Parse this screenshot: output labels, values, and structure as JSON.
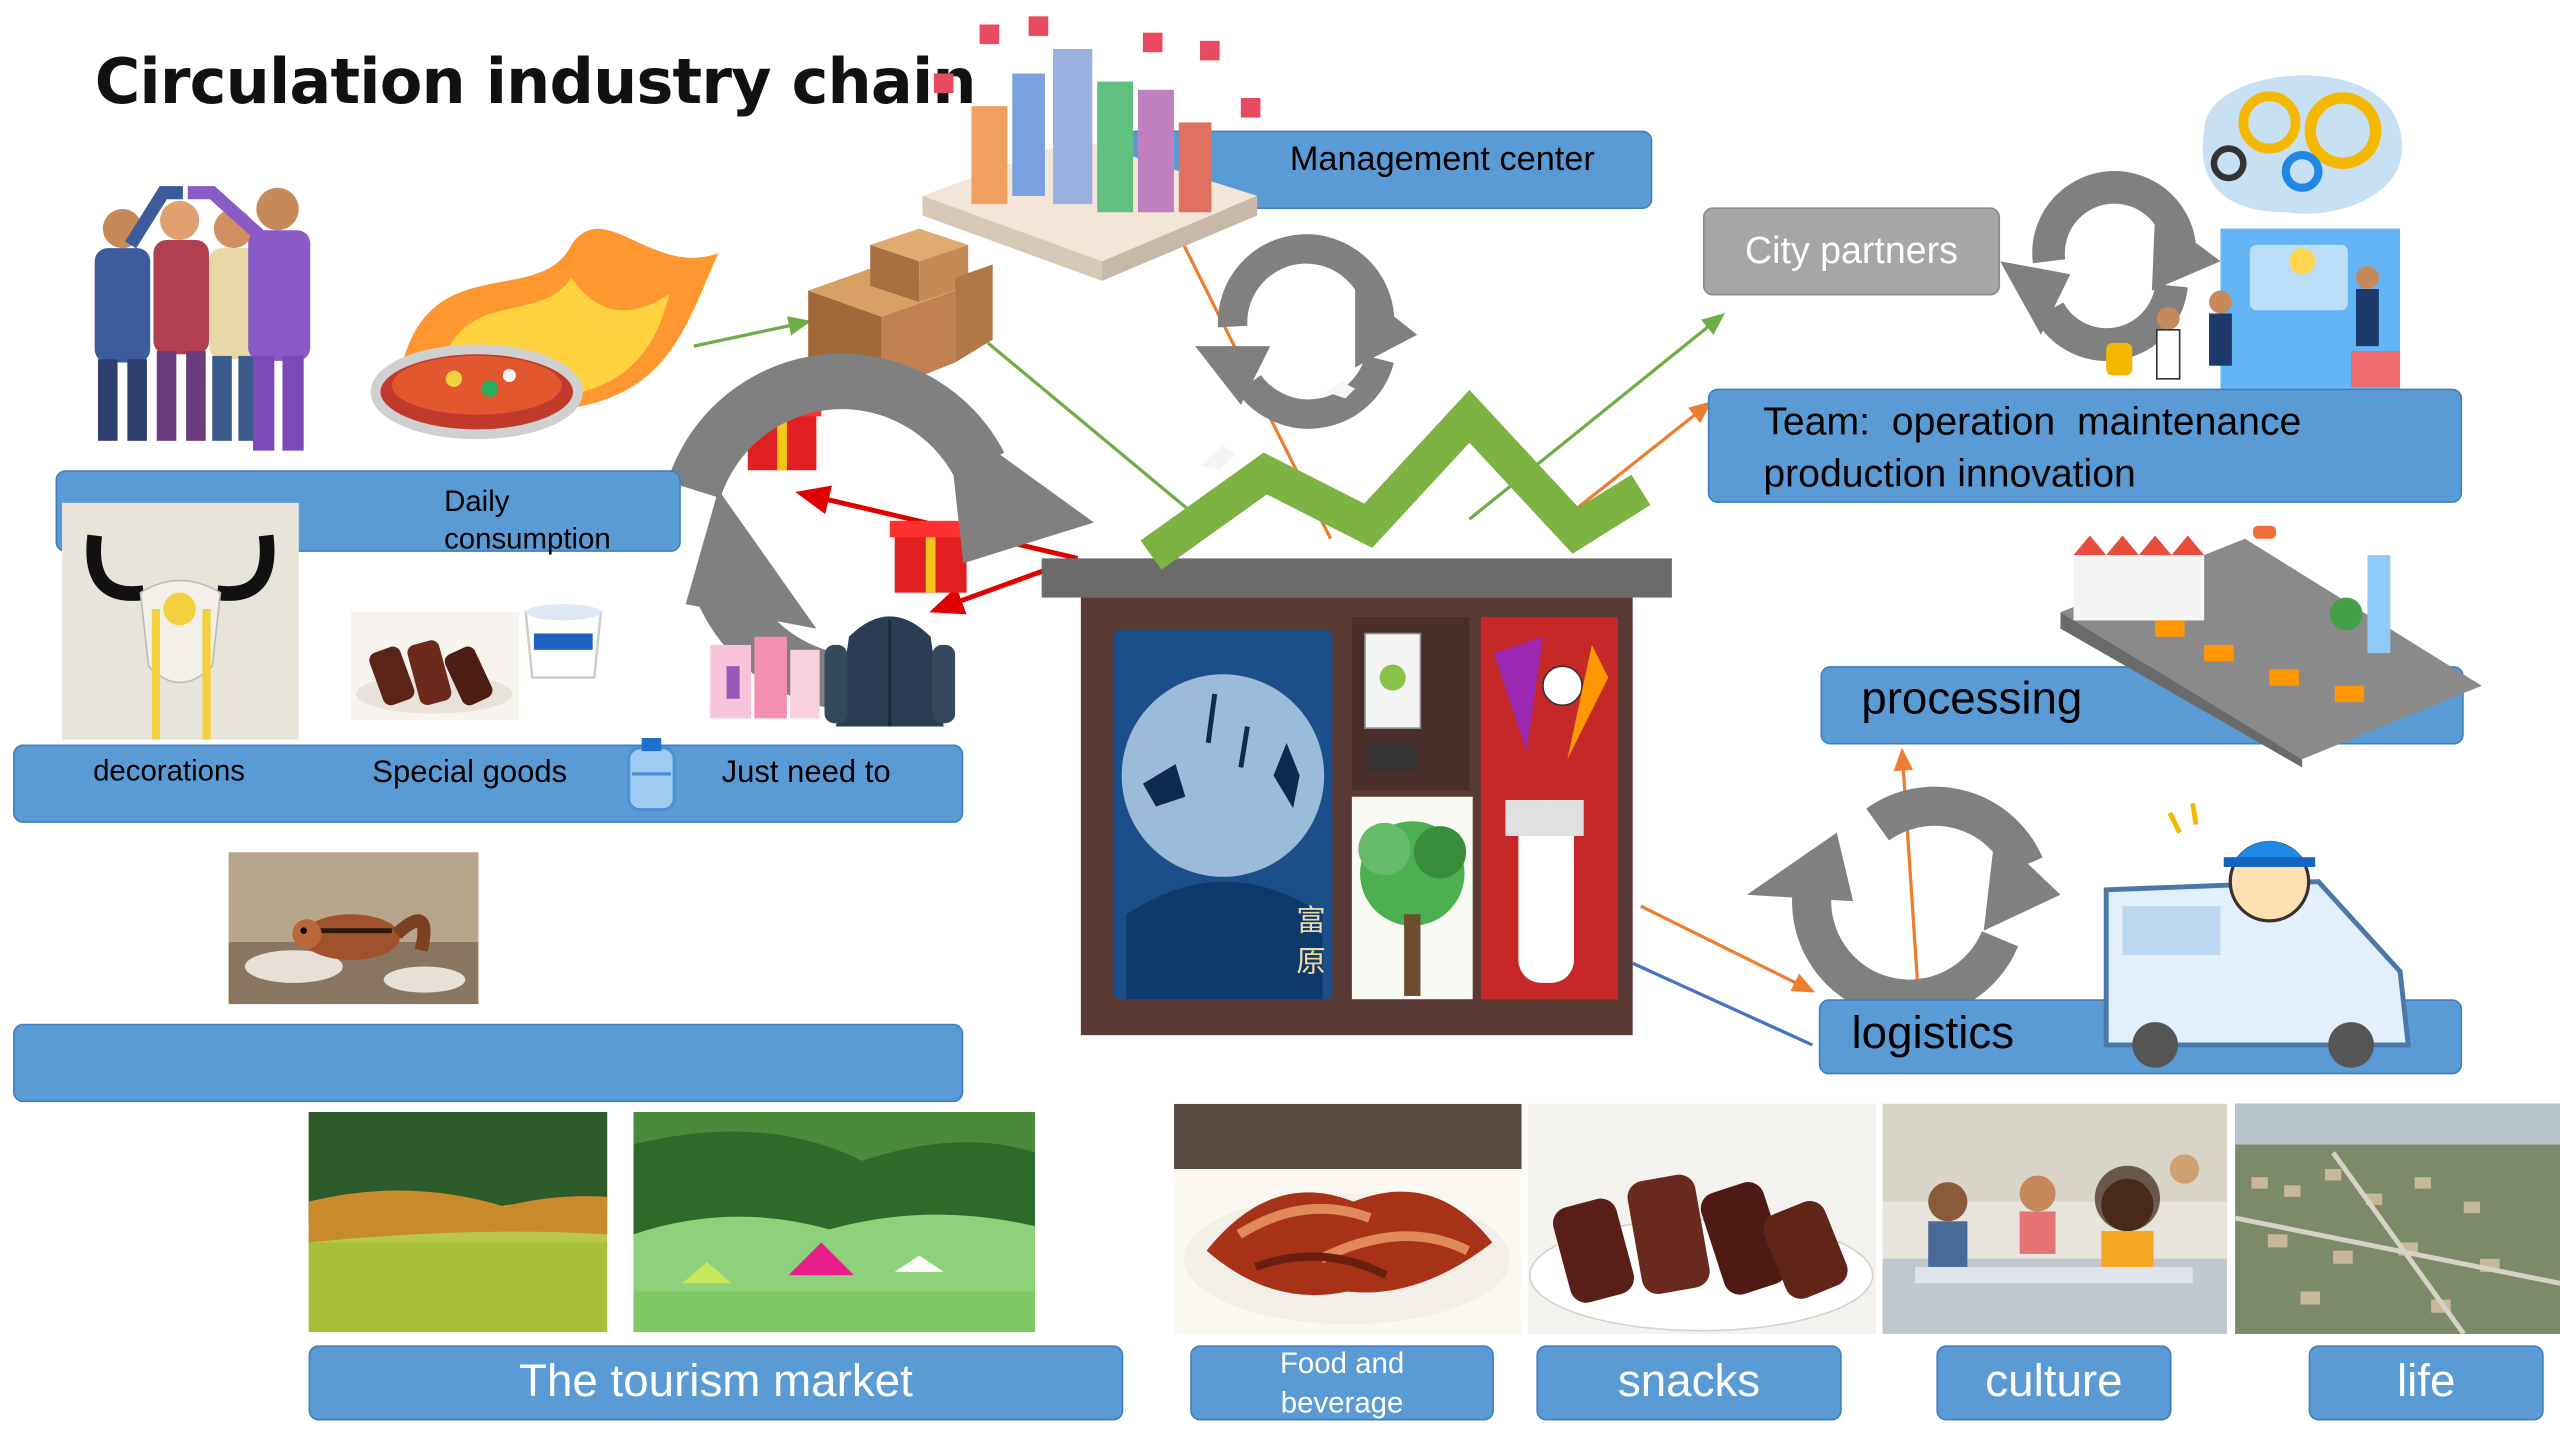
{
  "title": "Circulation industry chain",
  "nodes": {
    "management_center": "Management center",
    "city_partners": "City partners",
    "team_line1": "Team:  operation  maintenance",
    "team_line2": "production innovation",
    "processing": "processing",
    "logistics": "logistics",
    "daily_consumption_line1": "Daily",
    "daily_consumption_line2": "consumption",
    "decorations": "decorations",
    "special_goods": "Special goods",
    "just_need_to": "Just need to",
    "empty_bar": ""
  },
  "markets": {
    "tourism": "The tourism market",
    "food_line1": "Food and",
    "food_line2": "beverage",
    "snacks": "snacks",
    "culture": "culture",
    "life": "life"
  },
  "colors": {
    "box_fill": "#5b9bd5",
    "grey_box": "#a6a6a6",
    "green_arrow": "#70ad47",
    "orange_arrow": "#ed7d31",
    "red_arrow": "#e00000",
    "cycle_arrow": "#808080"
  },
  "icons": [
    "people-group-icon",
    "hotpot-icon",
    "boxes-icon",
    "gift-icon",
    "city-icon",
    "gears-head-icon",
    "factory-icon",
    "delivery-van-icon",
    "vending-kiosk-icon",
    "yak-skull-icon",
    "jerky-icon",
    "yogurt-icon",
    "water-bottle-icon",
    "drink-box-icon",
    "jacket-icon",
    "chipmunk-photo",
    "meadow-photo",
    "camping-photo",
    "bacon-photo",
    "jerky-photo",
    "classroom-photo",
    "town-photo"
  ]
}
